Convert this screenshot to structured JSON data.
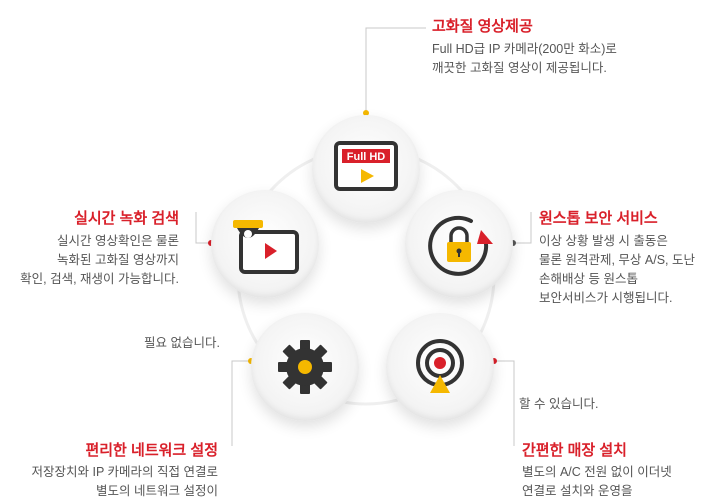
{
  "features": {
    "hd": {
      "title": "고화질 영상제공",
      "desc": [
        "Full HD급 IP 카메라(200만 화소)로",
        "깨끗한 고화질 영상이 제공됩니다."
      ],
      "icon": "full-hd-monitor-icon",
      "badge": "Full HD"
    },
    "realtime": {
      "title": "실시간 녹화 검색",
      "desc": [
        "실시간 영상확인은 물론",
        "녹화된 고화질 영상까지",
        "확인, 검색, 재생이 가능합니다."
      ],
      "icon": "cctv-camera-monitor-icon"
    },
    "onestop": {
      "title": "원스톱 보안 서비스",
      "desc": [
        "이상 상황 발생 시 출동은",
        "물론 원격관제, 무상 A/S, 도난",
        "손해배상 등 원스톱",
        "보안서비스가 시행됩니다."
      ],
      "icon": "lock-refresh-icon"
    },
    "network": {
      "title": "편리한 네트워크 설정",
      "desc": [
        "저장장치와 IP 카메라의 직접 연결로",
        "별도의 네트워크 설정이"
      ],
      "extra": "필요 없습니다.",
      "icon": "gear-icon"
    },
    "install": {
      "title": "간편한 매장 설치",
      "desc": [
        "별도의 A/C 전원 없이 이더넷",
        "연결로 설치와 운영을"
      ],
      "extra": "할 수 있습니다.",
      "icon": "target-signal-icon"
    }
  },
  "colors": {
    "accent": "#d9202a",
    "yellow": "#f5b800",
    "dark": "#333333"
  }
}
